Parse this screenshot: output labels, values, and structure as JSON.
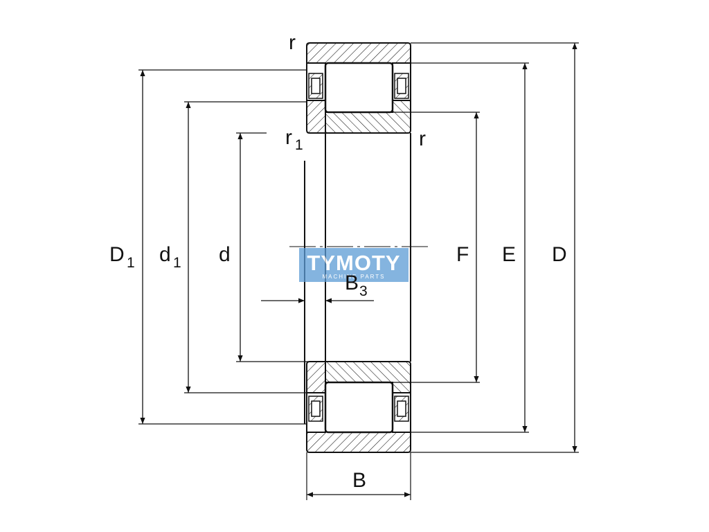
{
  "labels": {
    "r_top": "r",
    "r1": "r",
    "r1_sub": "1",
    "r_right": "r",
    "D1": "D",
    "D1_sub": "1",
    "d1": "d",
    "d1_sub": "1",
    "d": "d",
    "F": "F",
    "E": "E",
    "D": "D",
    "B3": "B",
    "B3_sub": "3",
    "B": "B"
  },
  "watermark": {
    "name": "TYMOTY",
    "tagline": "MACHINE PARTS"
  },
  "colors": {
    "line": "#111111",
    "watermark": "#5b9bd5"
  }
}
